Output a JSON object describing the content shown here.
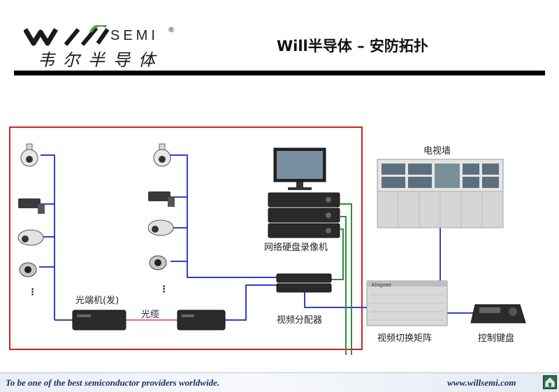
{
  "header": {
    "logo_brand": "SEMI",
    "logo_registered": "®",
    "logo_chinese": "韦尔半导体",
    "title": "Will半导体 – 安防拓扑"
  },
  "diagram": {
    "tv_wall_label": "电视墙",
    "nvr_label": "网络硬盘录像机",
    "optical_tx_label": "光端机(发)",
    "fiber_label": "光缆",
    "distributor_label": "视频分配器",
    "matrix_label": "视频切换矩阵",
    "matrix_brand": "Kingvee",
    "keyboard_label": "控制键盘",
    "ellipsis": "⋮",
    "colors": {
      "region_border": "#d42020",
      "video_line": "#3340c8",
      "network_line": "#2f8f3a",
      "fiber_line": "#e060c0"
    }
  },
  "footer": {
    "slogan": "To be one of the best semiconductor providers worldwide.",
    "url": "www.willsemi.com"
  }
}
